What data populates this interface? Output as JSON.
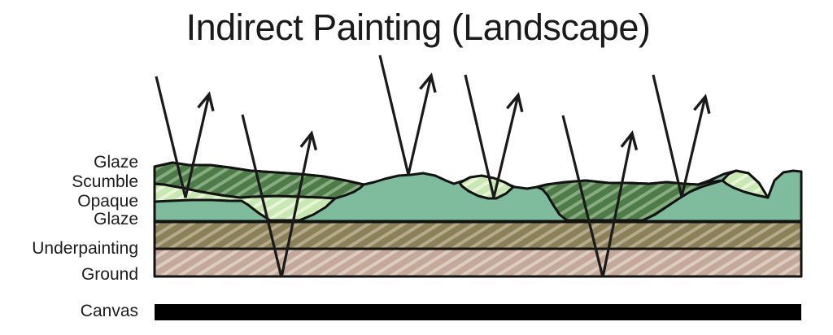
{
  "title": "Indirect Painting (Landscape)",
  "layers": [
    {
      "id": "glaze-top",
      "label": "Glaze"
    },
    {
      "id": "scumble",
      "label": "Scumble"
    },
    {
      "id": "opaque",
      "label": "Opaque"
    },
    {
      "id": "glaze-under",
      "label": "Glaze"
    },
    {
      "id": "underpainting",
      "label": "Underpainting"
    },
    {
      "id": "ground",
      "label": "Ground"
    },
    {
      "id": "canvas",
      "label": "Canvas"
    }
  ],
  "rays": {
    "incoming_rays": 6,
    "reflected_arrows": 6
  },
  "colors": {
    "background": "#ffffff",
    "glaze_green": "#4e7c49",
    "glaze_green_hatch": "#87ac80",
    "scumble_green": "#c8e8b3",
    "scumble_green_hatch": "#e7f5d6",
    "opaque_teal": "#7ebc9d",
    "underpainting_olive": "#8b8057",
    "underpainting_olive_hatch": "#b4aa8c",
    "ground_pink": "#c4a89a",
    "ground_pink_hatch": "#dccdc1",
    "canvas_black": "#000000",
    "outline": "#121212",
    "ray": "#1a1a1a",
    "text": "#1a1a1a"
  }
}
